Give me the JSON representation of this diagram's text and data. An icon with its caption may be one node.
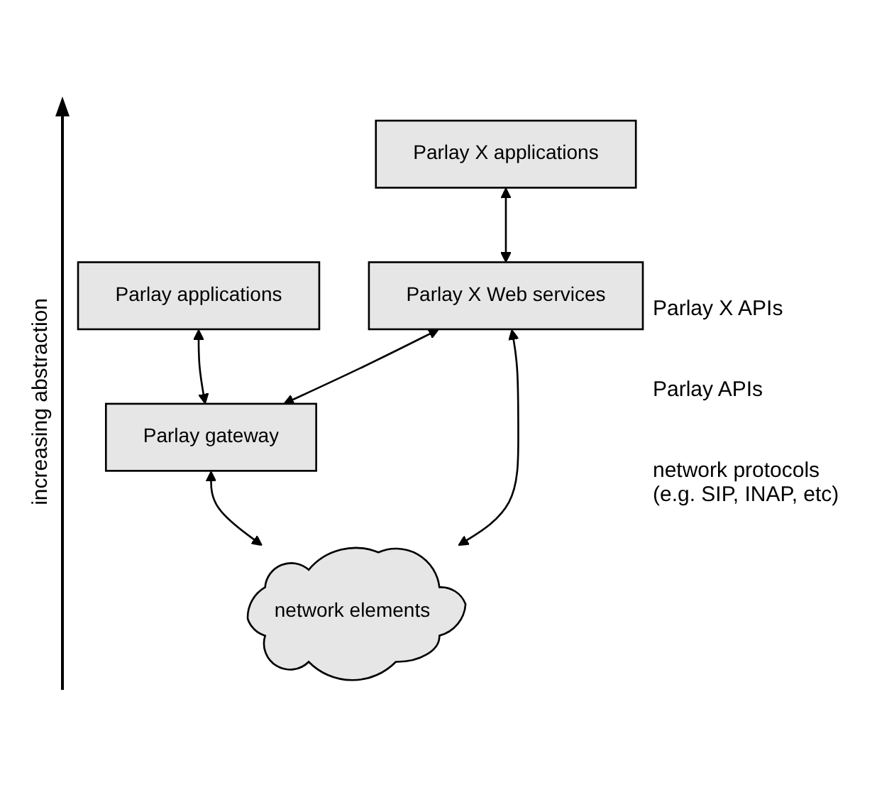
{
  "diagram": {
    "nodes": [
      {
        "text": [
          "Parlay X applications"
        ]
      },
      {
        "text": [
          "Parlay applications"
        ]
      },
      {
        "text": [
          "Parlay X Web services"
        ]
      },
      {
        "text": [
          "Parlay gateway"
        ]
      },
      {
        "text": [
          "network elements"
        ]
      }
    ],
    "edges": [
      {
        "from": 0,
        "to": 2,
        "arrow": "both"
      },
      {
        "from": 1,
        "to": 3,
        "arrow": "both"
      },
      {
        "from": 2,
        "to": 3,
        "arrow": "both"
      },
      {
        "from": 3,
        "to": 4,
        "arrow": "both"
      },
      {
        "from": 2,
        "to": 4,
        "arrow": "both"
      }
    ],
    "labels": [
      "Parlay X APIs",
      "Parlay APIs",
      "network protocols (e.g. SIP, INAP, etc)",
      "increasing abstraction"
    ]
  }
}
